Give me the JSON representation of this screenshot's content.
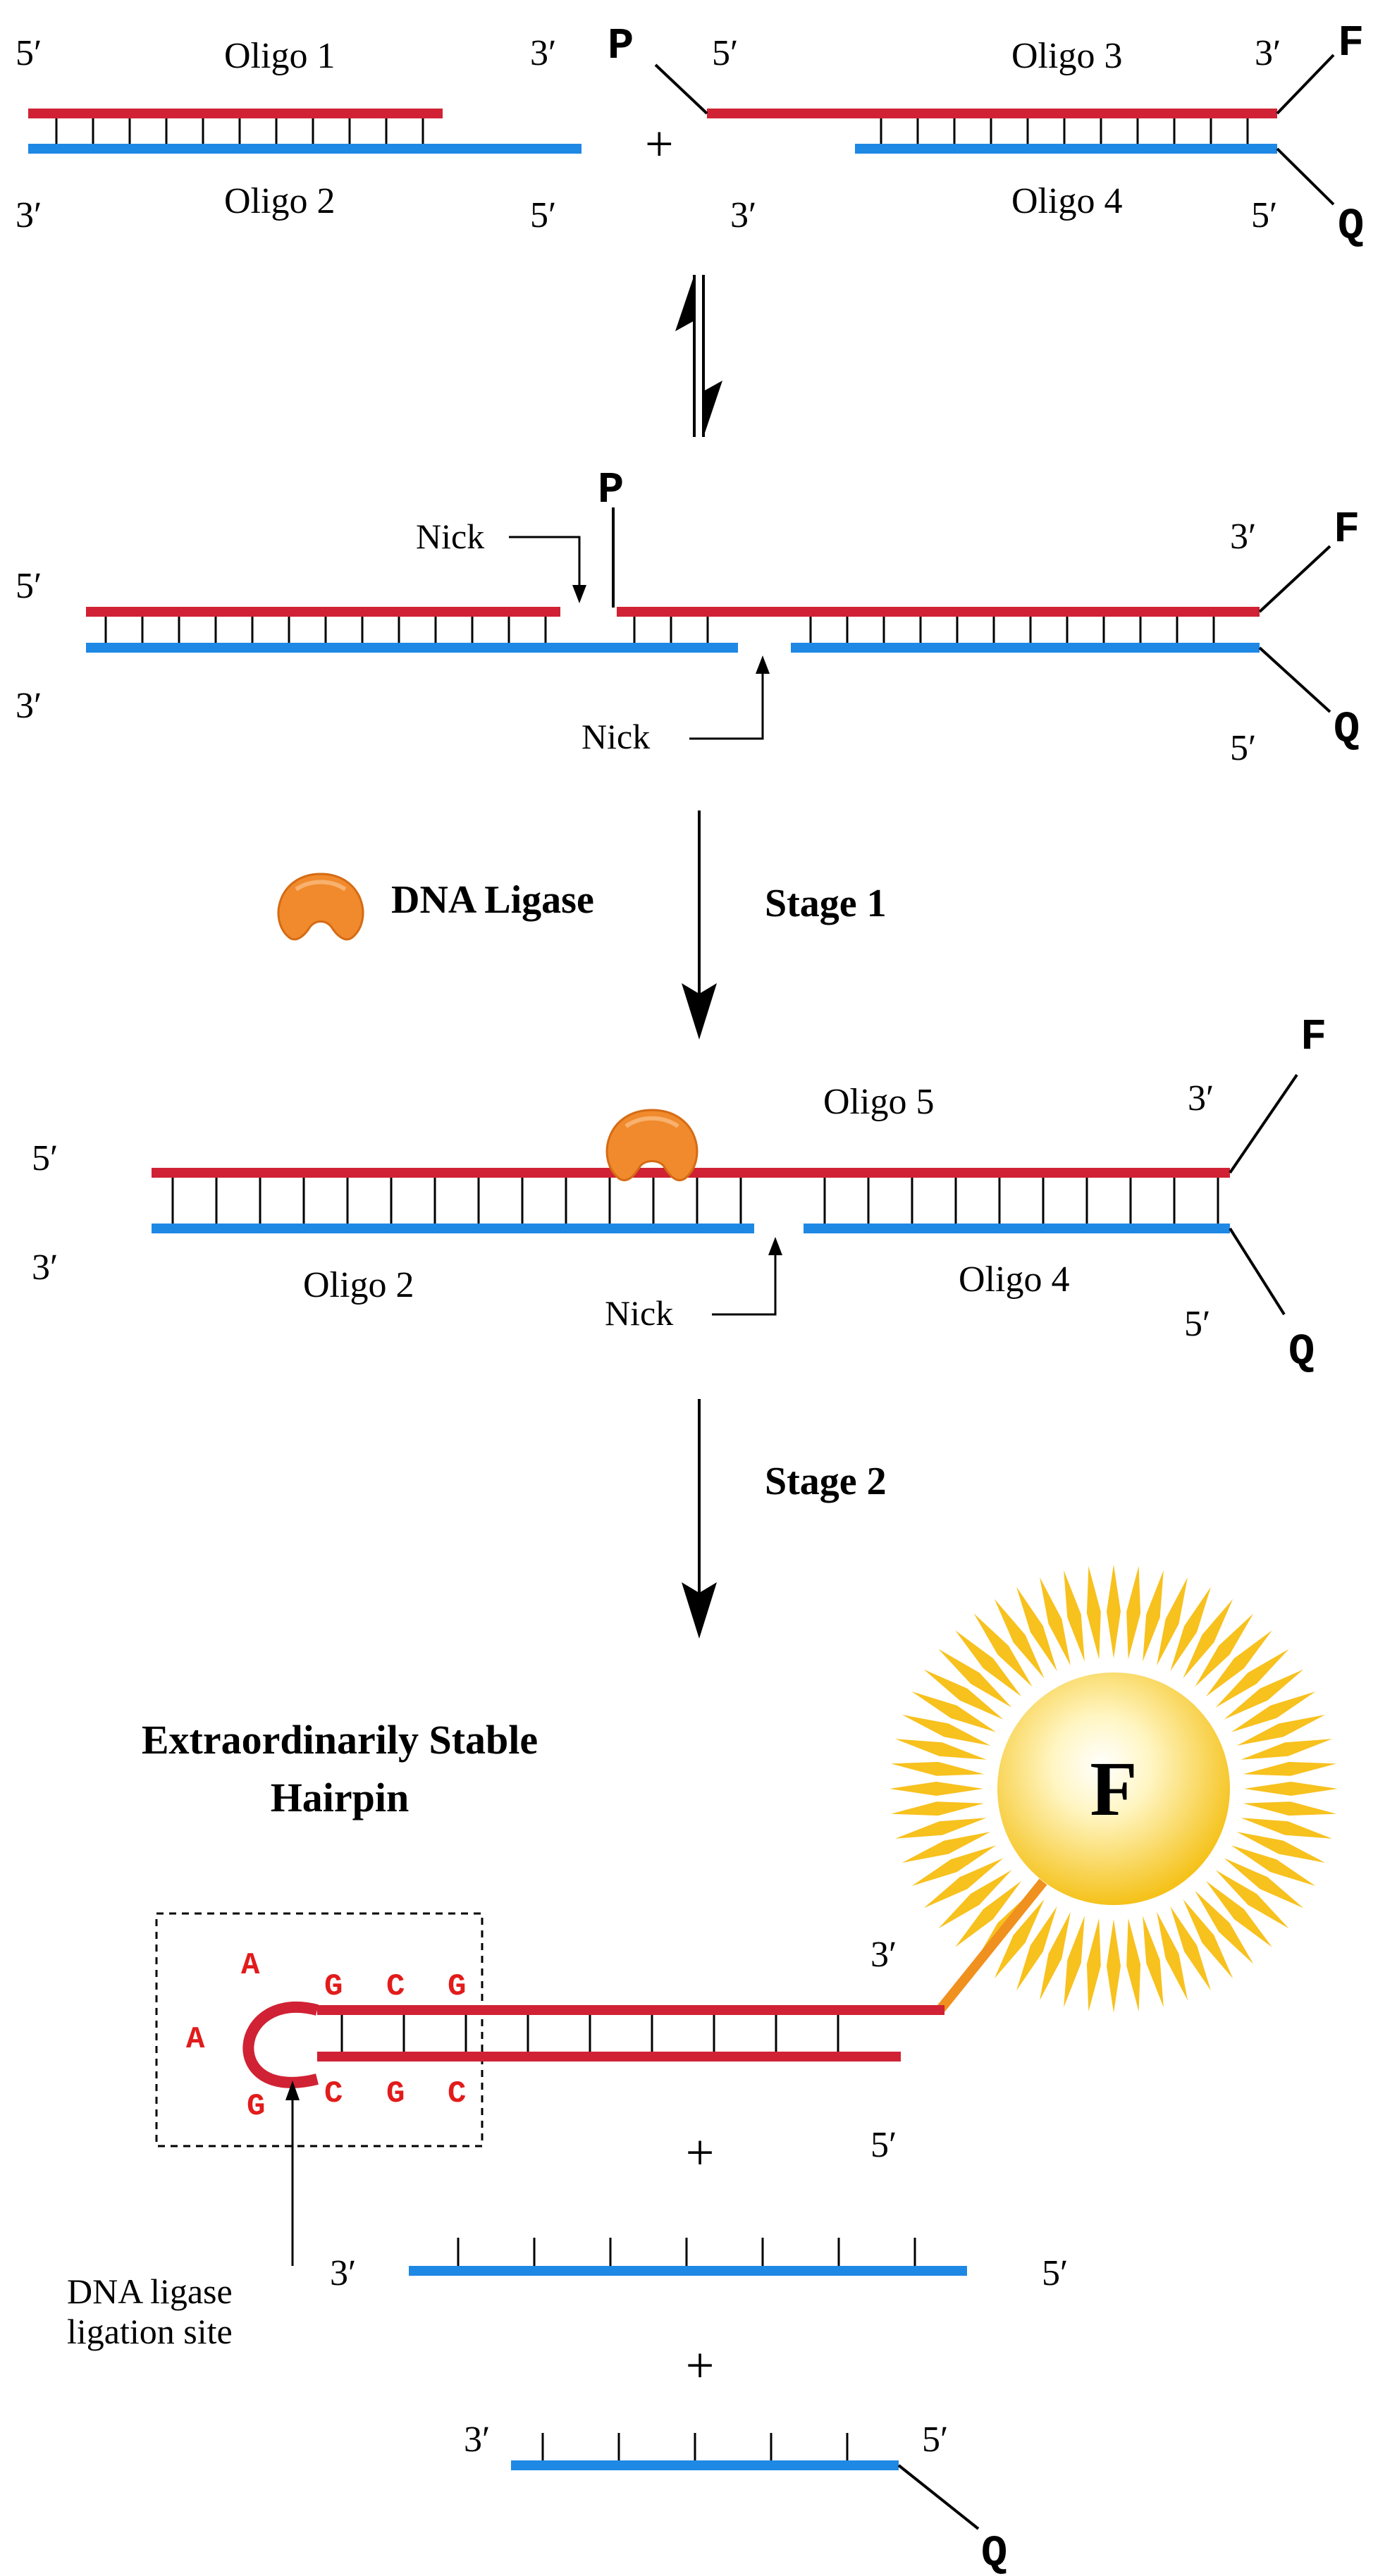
{
  "colors": {
    "top_strand": "#d02234",
    "bottom_strand": "#1e88e5",
    "ink": "#000000",
    "ligase": "#f08a2c",
    "ligase_dark": "#d56b14",
    "linker": "#f0901e",
    "sun_core": "#fde98a",
    "sun_rays": "#f7c11e",
    "hairpin_letters": "#e21b1b"
  },
  "panel1": {
    "oligo1": "Oligo 1",
    "oligo2": "Oligo 2",
    "oligo3": "Oligo 3",
    "oligo4": "Oligo 4",
    "plus": "+",
    "left_top_5": "5′",
    "left_top_3": "3′",
    "left_bottom_3": "3′",
    "left_bottom_5": "5′",
    "right_top_5": "5′",
    "right_top_3": "3′",
    "right_bottom_3": "3′",
    "right_bottom_5": "5′",
    "phosphate": "P",
    "fluor": "F",
    "quencher": "Q"
  },
  "panel2": {
    "nick_top": "Nick",
    "nick_bottom": "Nick",
    "phosphate": "P",
    "end_5": "5′",
    "end_3": "3′",
    "right_3": "3′",
    "right_5": "5′",
    "fluor": "F",
    "quencher": "Q"
  },
  "arrows": {
    "ligase_label": "DNA Ligase",
    "stage1": "Stage 1",
    "stage2": "Stage 2"
  },
  "panel3": {
    "oligo5": "Oligo 5",
    "oligo2": "Oligo 2",
    "oligo4": "Oligo 4",
    "nick": "Nick",
    "end_5": "5′",
    "end_3": "3′",
    "right_3": "3′",
    "right_5": "5′",
    "fluor": "F",
    "quencher": "Q"
  },
  "panel4": {
    "title_line1": "Extraordinarily Stable",
    "title_line2": "Hairpin",
    "fluor_big": "F",
    "hairpin_3": "3′",
    "hairpin_5": "5′",
    "loop_letters": [
      "A",
      "A",
      "G"
    ],
    "stem_top": [
      "G",
      "C",
      "G"
    ],
    "stem_bottom": [
      "C",
      "G",
      "C"
    ],
    "site_line1": "DNA ligase",
    "site_line2": "ligation site",
    "plus1": "+",
    "plus2": "+",
    "strand1_3": "3′",
    "strand1_5": "5′",
    "strand2_3": "3′",
    "strand2_5": "5′",
    "quencher": "Q"
  }
}
